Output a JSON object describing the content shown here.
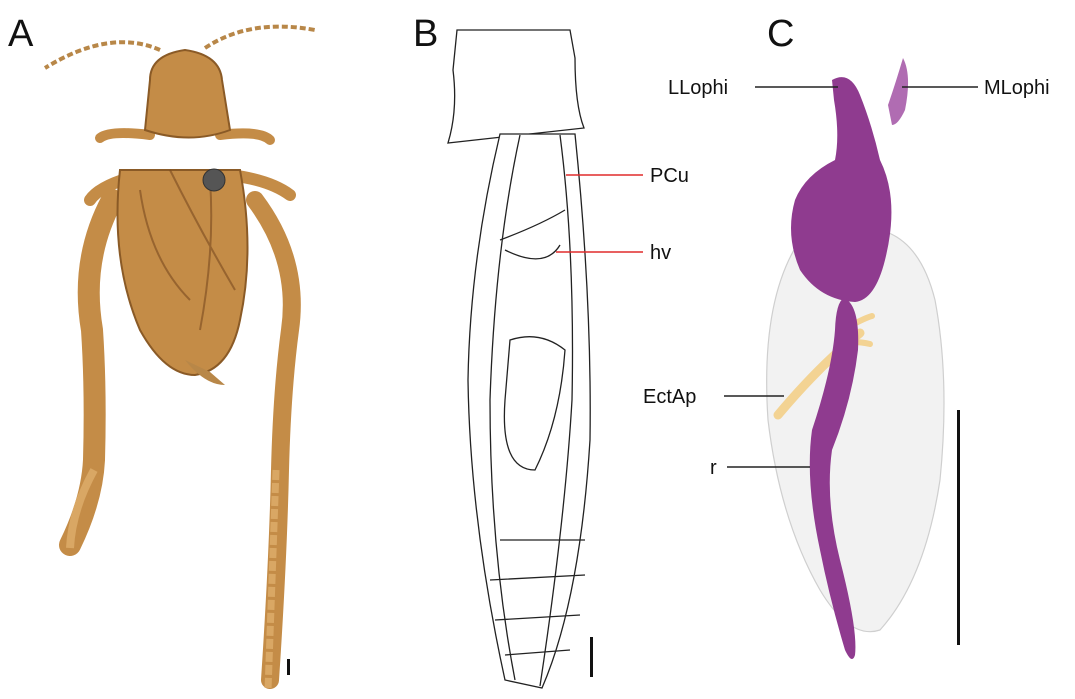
{
  "panels": {
    "a": {
      "letter": "A"
    },
    "b": {
      "letter": "B"
    },
    "c": {
      "letter": "C"
    }
  },
  "labels": {
    "pcu": "PCu",
    "hv": "hv",
    "llophi": "LLophi",
    "mlophi": "MLophi",
    "ectap": "EctAp",
    "r": "r"
  },
  "colors": {
    "specimen_body": "#c48c47",
    "specimen_dark": "#7a4a1f",
    "leader_red": "#e02b2b",
    "phallus_purple": "#8f3b8f",
    "lophi_light": "#b06cb2",
    "ectoparamere": "#f3d393",
    "membrane": "#f2f2f2",
    "line": "#222222"
  }
}
